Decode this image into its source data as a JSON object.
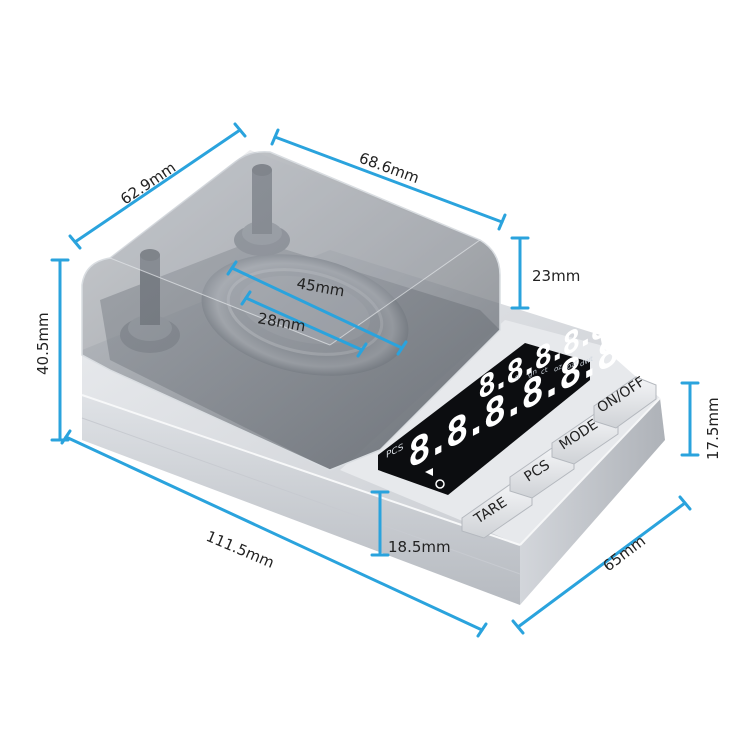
{
  "dimensions": {
    "depth_top": "62.9mm",
    "width_top": "68.6mm",
    "lid_height": "23mm",
    "total_height": "40.5mm",
    "ring_outer": "45mm",
    "ring_inner": "28mm",
    "length": "111.5mm",
    "base_height": "18.5mm",
    "base_depth": "65mm",
    "body_height": "17.5mm"
  },
  "buttons": {
    "tare": "TARE",
    "pcs": "PCS",
    "mode": "MODE",
    "onoff": "ON/OFF"
  },
  "display": {
    "digits": "8.8.8.8.8.8",
    "top_digits": "8.8.8.8.8",
    "pcs_indicator": "PCS",
    "unit_labels": [
      "g",
      "gn",
      "ct",
      "oz",
      "ozt",
      "dwt"
    ]
  },
  "colors": {
    "dimension_line": "#2aa3dd",
    "body_light": "#e4e6e9",
    "body_dark": "#b9bdc3",
    "lcd_background": "#0c0d10",
    "lcd_segment": "#ffffff",
    "lid_tint": "#6f747b"
  }
}
